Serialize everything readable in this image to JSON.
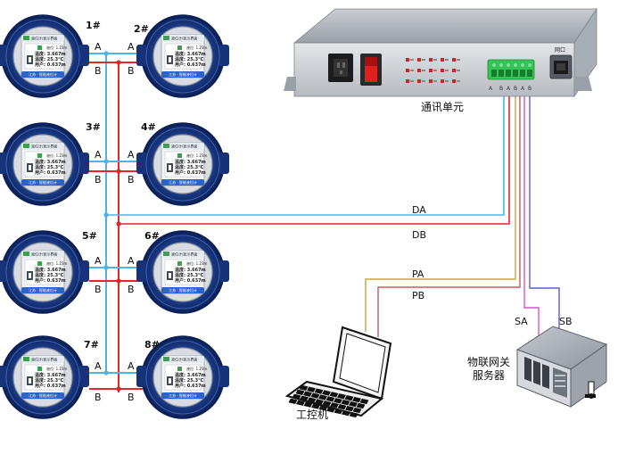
{
  "meters": [
    {
      "id": "1#",
      "title": "液位计/显示界面",
      "row1": "液位: 1.23m",
      "row2": "温度: 3.667m",
      "row3": "温度: 25.3°C",
      "row4": "用户: 0.637m",
      "footer": "江苏 · 智能液位计"
    },
    {
      "id": "2#",
      "title": "液位计/显示界面",
      "row1": "液位: 1.23m",
      "row2": "温度: 3.667m",
      "row3": "温度: 25.3°C",
      "row4": "用户: 0.637m",
      "footer": "江苏 · 智能液位计"
    },
    {
      "id": "3#",
      "title": "液位计/显示界面",
      "row1": "液位: 1.23m",
      "row2": "温度: 3.667m",
      "row3": "温度: 25.3°C",
      "row4": "用户: 0.637m",
      "footer": "江苏 · 智能液位计"
    },
    {
      "id": "4#",
      "title": "液位计/显示界面",
      "row1": "液位: 1.23m",
      "row2": "温度: 3.667m",
      "row3": "温度: 25.3°C",
      "row4": "用户: 0.637m",
      "footer": "江苏 · 智能液位计"
    },
    {
      "id": "5#",
      "title": "液位计/显示界面",
      "row1": "液位: 1.23m",
      "row2": "温度: 3.667m",
      "row3": "温度: 25.3°C",
      "row4": "用户: 0.637m",
      "footer": "江苏 · 智能液位计"
    },
    {
      "id": "6#",
      "title": "液位计/显示界面",
      "row1": "液位: 1.23m",
      "row2": "温度: 3.667m",
      "row3": "温度: 25.3°C",
      "row4": "用户: 0.637m",
      "footer": "江苏 · 智能液位计"
    },
    {
      "id": "7#",
      "title": "液位计/显示界面",
      "row1": "液位: 1.23m",
      "row2": "温度: 3.667m",
      "row3": "温度: 25.3°C",
      "row4": "用户: 0.637m",
      "footer": "江苏 · 智能液位计"
    },
    {
      "id": "8#",
      "title": "液位计/显示界面",
      "row1": "液位: 1.23m",
      "row2": "温度: 3.667m",
      "row3": "温度: 25.3°C",
      "row4": "用户: 0.637m",
      "footer": "江苏 · 智能液位计"
    }
  ],
  "bus": {
    "a_label": "A",
    "b_label": "B"
  },
  "unit": {
    "caption": "通讯单元",
    "port_label": "网口",
    "terminal_labels": [
      "A",
      "B",
      "A",
      "B",
      "A",
      "B"
    ]
  },
  "lines": {
    "da": "DA",
    "db": "DB",
    "pa": "PA",
    "pb": "PB",
    "sa": "SA",
    "sb": "SB"
  },
  "laptop": {
    "caption": "工控机"
  },
  "server": {
    "caption_line1": "物联网关",
    "caption_line2": "服务器"
  },
  "colors": {
    "a_wire": "#4fb3e6",
    "b_wire": "#e0292b",
    "pa_wire": "#c9a640",
    "pb_wire": "#c95a5a",
    "sa_wire": "#d455c9",
    "sb_wire": "#5560c9",
    "meter_blue": "#1d3f8f",
    "meter_dark": "#0d2660"
  }
}
